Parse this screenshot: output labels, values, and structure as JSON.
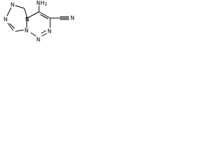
{
  "molecule": {
    "substituent_amine": "NH",
    "substituent_amine_sub": "2",
    "nitrile_n": "N",
    "ring_n_top_left": "N",
    "ring_n_left": "N",
    "ring_n_bottom_left": "N",
    "ring_n_bridge": "N",
    "ring_n_bottom_mid": "N",
    "ring_n_bottom_right": "N"
  },
  "colors": {
    "bond": "#000000",
    "text": "#000000",
    "background": "#ffffff"
  }
}
